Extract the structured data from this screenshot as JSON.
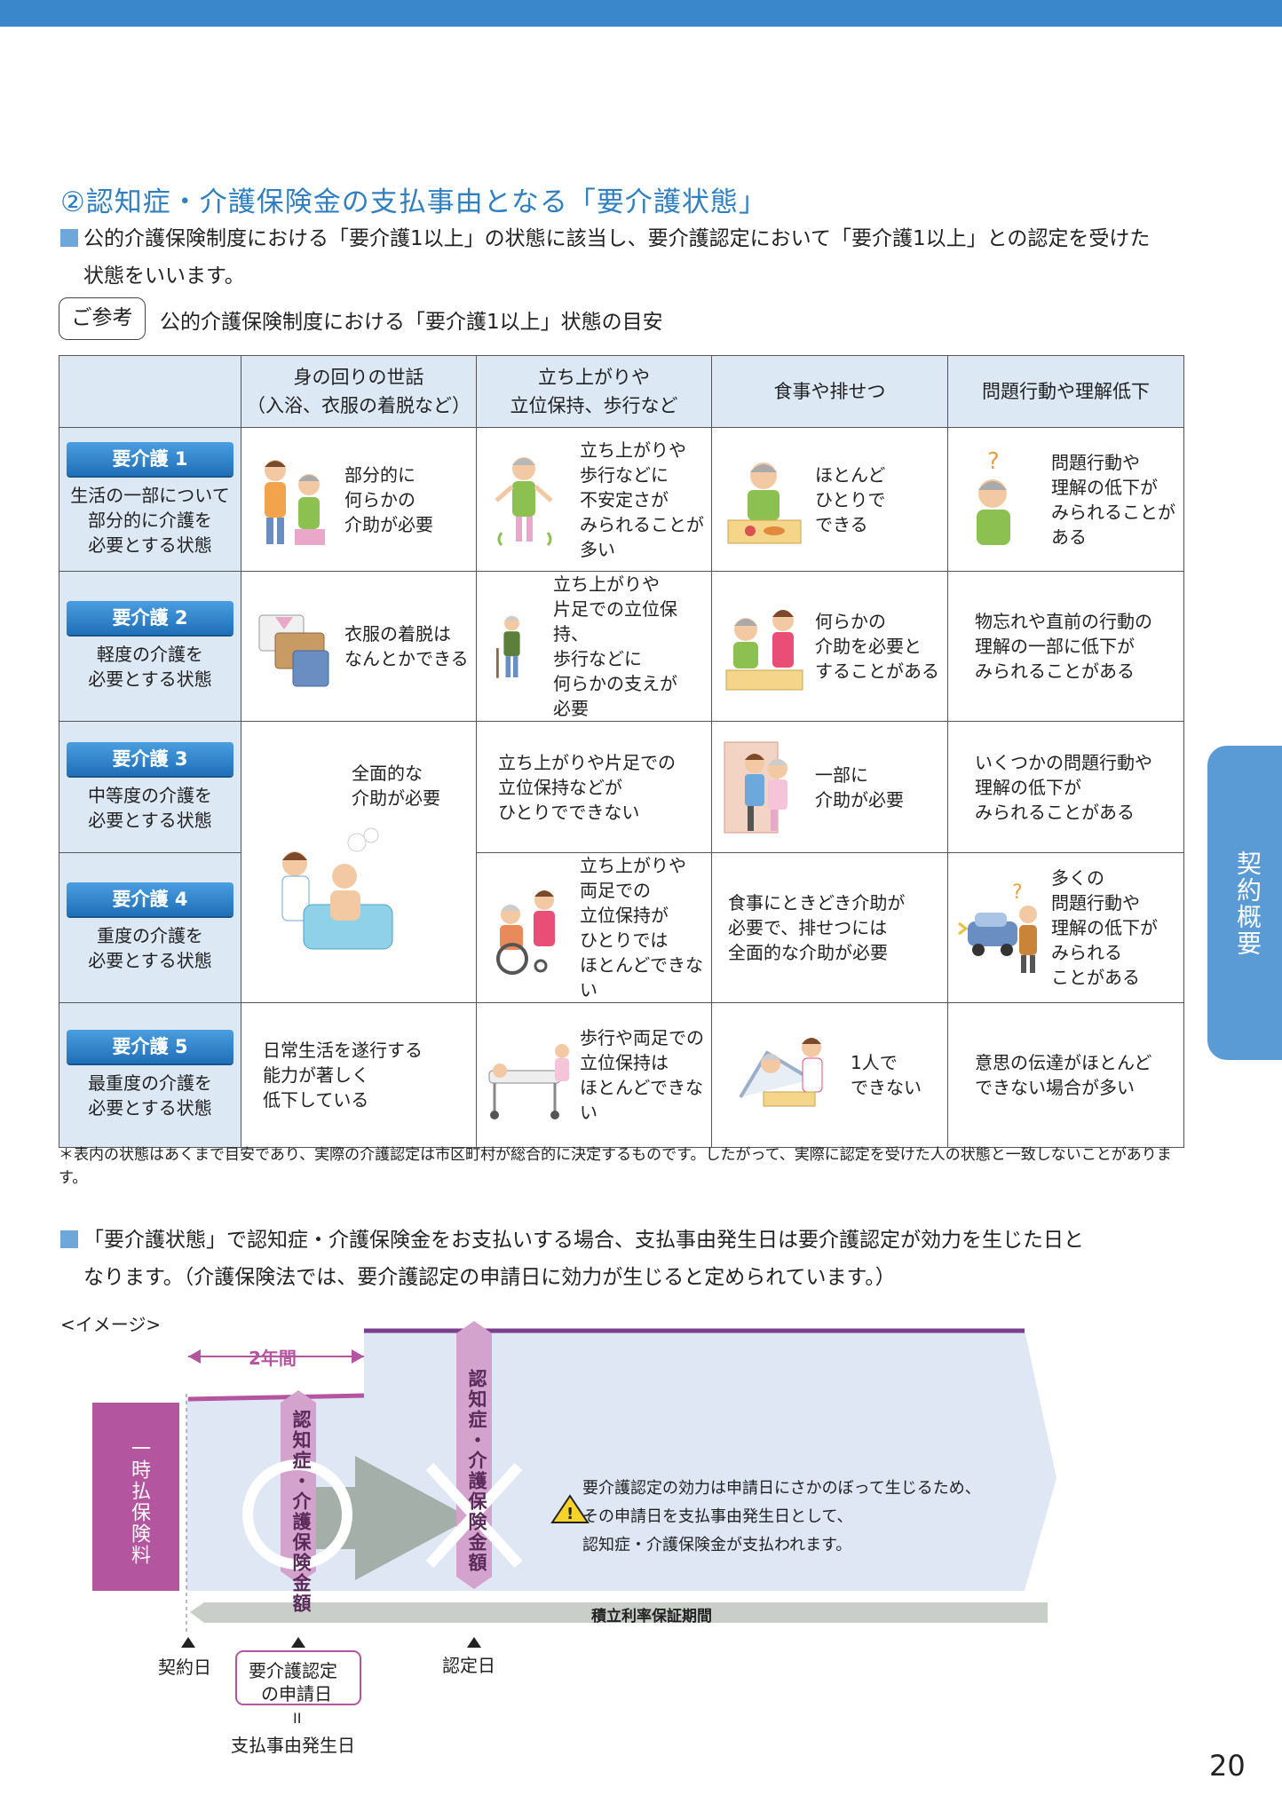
{
  "section": {
    "title": "②認知症・介護保険金の支払事由となる「要介護状態」",
    "para1_line1": "公的介護保険制度における「要介護1以上」の状態に該当し、要介護認定において「要介護1以上」との認定を受けた",
    "para1_line2": "状態をいいます。",
    "ref_label": "ご参考",
    "ref_text": "公的介護保険制度における「要介護1以上」状態の目安"
  },
  "table": {
    "headers": [
      "身の回りの世話\n（入浴、衣服の着脱など）",
      "立ち上がりや\n立位保持、歩行など",
      "食事や排せつ",
      "問題行動や理解低下"
    ],
    "rows": [
      {
        "level": "要介護 1",
        "desc": "生活の一部について\n部分的に介護を\n必要とする状態",
        "c1": "部分的に\n何らかの\n介助が必要",
        "c2": "立ち上がりや\n歩行などに\n不安定さが\nみられることが\n多い",
        "c3": "ほとんど\nひとりで\nできる",
        "c4": "問題行動や\n理解の低下が\nみられることがある"
      },
      {
        "level": "要介護 2",
        "desc": "軽度の介護を\n必要とする状態",
        "c1": "衣服の着脱は\nなんとかできる",
        "c2": "立ち上がりや\n片足での立位保持、\n歩行などに\n何らかの支えが\n必要",
        "c3": "何らかの\n介助を必要と\nすることがある",
        "c4": "物忘れや直前の行動の\n理解の一部に低下が\nみられることがある"
      },
      {
        "level": "要介護 3",
        "desc": "中等度の介護を\n必要とする状態",
        "c1": "全面的な\n介助が必要",
        "c2": "立ち上がりや片足での\n立位保持などが\nひとりでできない",
        "c3": "一部に\n介助が必要",
        "c4": "いくつかの問題行動や\n理解の低下が\nみられることがある"
      },
      {
        "level": "要介護 4",
        "desc": "重度の介護を\n必要とする状態",
        "c2": "立ち上がりや\n両足での\n立位保持が\nひとりでは\nほとんどできない",
        "c3": "食事にときどき介助が\n必要で、排せつには\n全面的な介助が必要",
        "c4": "多くの\n問題行動や\n理解の低下が\nみられる\nことがある"
      },
      {
        "level": "要介護 5",
        "desc": "最重度の介護を\n必要とする状態",
        "c1": "日常生活を遂行する\n能力が著しく\n低下している",
        "c2": "歩行や両足での\n立位保持は\nほとんどできない",
        "c3": "1人で\nできない",
        "c4": "意思の伝達がほとんど\nできない場合が多い"
      }
    ]
  },
  "note": "＊表内の状態はあくまで目安であり、実際の介護認定は市区町村が総合的に決定するものです。したがって、実際に認定を受けた人の状態と一致しないことがあります。",
  "para2_line1": "「要介護状態」で認知症・介護保険金をお支払いする場合、支払事由発生日は要介護認定が効力を生じた日と",
  "para2_line2": "なります。（介護保険法では、要介護認定の申請日に効力が生じると定められています。）",
  "diagram": {
    "image_label": "<イメージ>",
    "period": "2年間",
    "lump_sum": "一時払保険料",
    "benefit_left": "認知症・介護保険金額",
    "benefit_right": "認知症・介護保険金額",
    "explanation_1": "要介護認定の効力は申請日にさかのぼって生じるため、",
    "explanation_2": "その申請日を支払事由発生日として、",
    "explanation_3": "認知症・介護保険金が支払われます。",
    "guarantee_period": "積立利率保証期間",
    "contract_date": "契約日",
    "application_date_1": "要介護認定",
    "application_date_2": "の申請日",
    "equals": "II",
    "payment_date": "支払事由発生日",
    "certification_date": "認定日"
  },
  "side_tab": "契約概要",
  "page_number": "20",
  "colors": {
    "accent_blue": "#3a87cc",
    "header_bg": "#dde8f5",
    "purple": "#b455a0",
    "diagram_bg": "#dfe6f4"
  }
}
